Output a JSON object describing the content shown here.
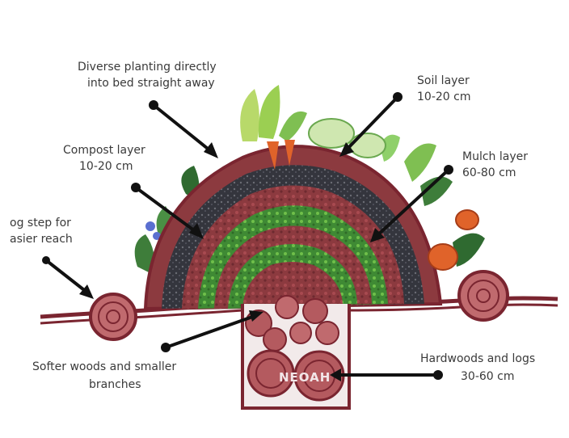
{
  "labels": {
    "planting": [
      "Diverse planting directly",
      "into bed straight away"
    ],
    "soil": [
      "Soil layer",
      "10-20 cm"
    ],
    "compost": [
      "Compost layer",
      "10-20 cm"
    ],
    "mulch": [
      "Mulch layer",
      "60-80 cm"
    ],
    "logstep": [
      "og step for",
      "asier reach"
    ],
    "softwoods": [
      "Softer woods and smaller",
      "branches"
    ],
    "hardwoods": [
      "Hardwoods and logs",
      "30-60 cm"
    ]
  },
  "logo": "NEOAH",
  "colors": {
    "outline": "#7a2530",
    "soil": "#8c3a3f",
    "compost": "#2e2f36",
    "mulch_green": "#4a9a3a",
    "wood": "#b45a5f",
    "leaf": "#6aa84f",
    "pumpkin": "#e0632a",
    "arrow": "#111111",
    "text": "#3a3a3a"
  }
}
